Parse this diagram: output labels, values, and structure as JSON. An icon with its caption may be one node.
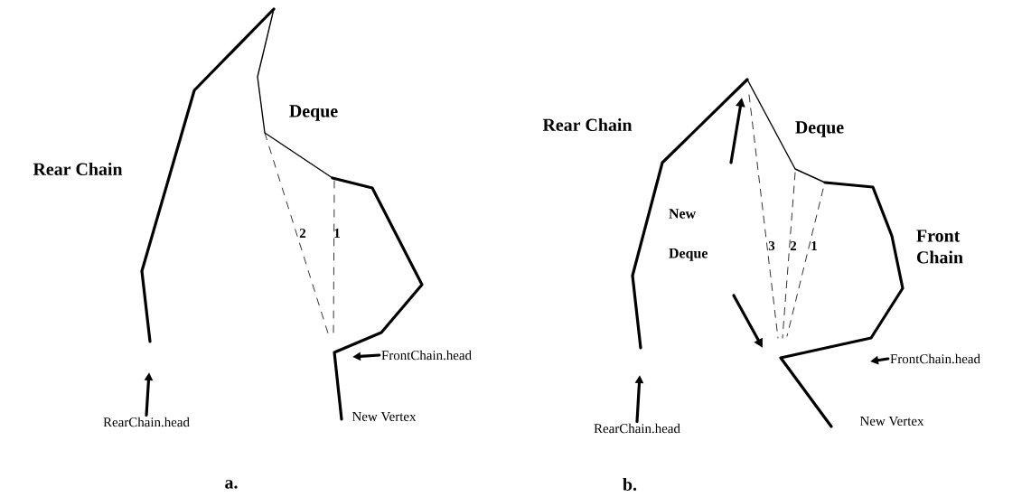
{
  "diagram": {
    "nodes": [
      {
        "text": [
          "RearChain.head"
        ]
      },
      {
        "text": [
          "FrontChain.head"
        ]
      },
      {
        "text": [
          "RearChain.head"
        ]
      },
      {
        "text": [
          "FrontChain.head"
        ]
      }
    ],
    "edges": [
      {
        "from": 0,
        "to": null,
        "arrow": "to"
      },
      {
        "from": 1,
        "to": null,
        "arrow": "to"
      },
      {
        "from": 2,
        "to": null,
        "arrow": "to"
      },
      {
        "from": 3,
        "to": null,
        "arrow": "to"
      }
    ],
    "labels": [
      "Deque",
      "Rear Chain",
      "2",
      "1",
      "New Vertex",
      "a.",
      "Rear Chain",
      "Deque",
      "New Deque",
      "3",
      "2",
      "1",
      "Front Chain",
      "New Vertex",
      "b."
    ]
  }
}
